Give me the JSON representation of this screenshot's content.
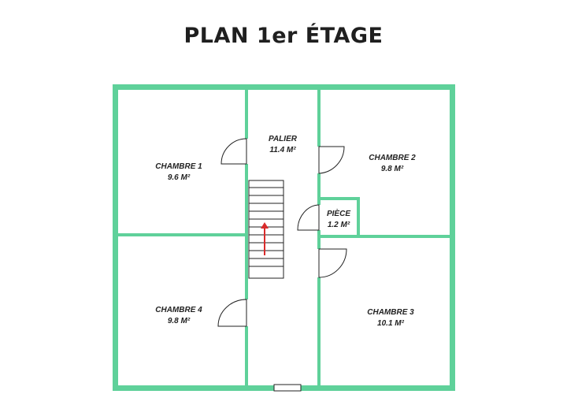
{
  "title": "PLAN 1er ÉTAGE",
  "colors": {
    "wall": "#5fd19a",
    "door": "#222222",
    "stair_arrow": "#d92b2b"
  },
  "rooms": [
    {
      "name": "CHAMBRE 1",
      "area": "9.6 M²"
    },
    {
      "name": "PALIER",
      "area": "11.4 M²"
    },
    {
      "name": "CHAMBRE 2",
      "area": "9.8 M²"
    },
    {
      "name": "PIÈCE",
      "area": "1.2 M²"
    },
    {
      "name": "CHAMBRE 4",
      "area": "9.8 M²"
    },
    {
      "name": "CHAMBRE 3",
      "area": "10.1 M²"
    }
  ],
  "icons": [
    "door-icon",
    "staircase-icon",
    "window-icon"
  ]
}
